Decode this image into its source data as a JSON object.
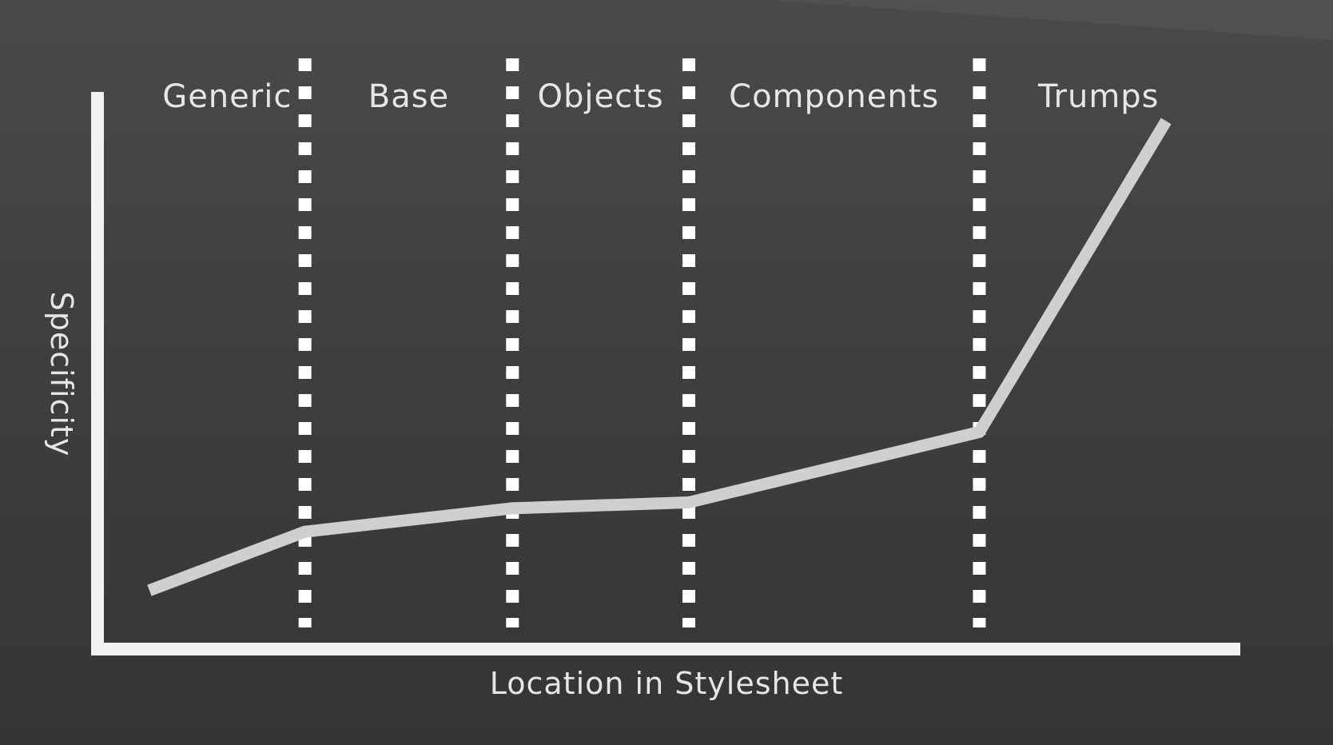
{
  "chart_data": {
    "type": "line",
    "title": "",
    "xlabel": "Location in Stylesheet",
    "ylabel": "Specificity",
    "categories": [
      "Generic",
      "Base",
      "Objects",
      "Components",
      "Trumps"
    ],
    "boundaries": [
      1.0,
      2.0,
      2.85,
      4.25
    ],
    "x": [
      0.25,
      1.0,
      2.0,
      2.85,
      4.25,
      5.15
    ],
    "y": [
      1.0,
      2.0,
      2.4,
      2.5,
      3.7,
      9.0
    ],
    "xlim": [
      0,
      5.5
    ],
    "ylim": [
      0,
      10
    ],
    "grid": false,
    "legend": "none",
    "colors": {
      "line": "#cfcfcf",
      "axis": "#f2f2f2",
      "divider": "#ffffff",
      "text": "#e6e6e6"
    }
  }
}
